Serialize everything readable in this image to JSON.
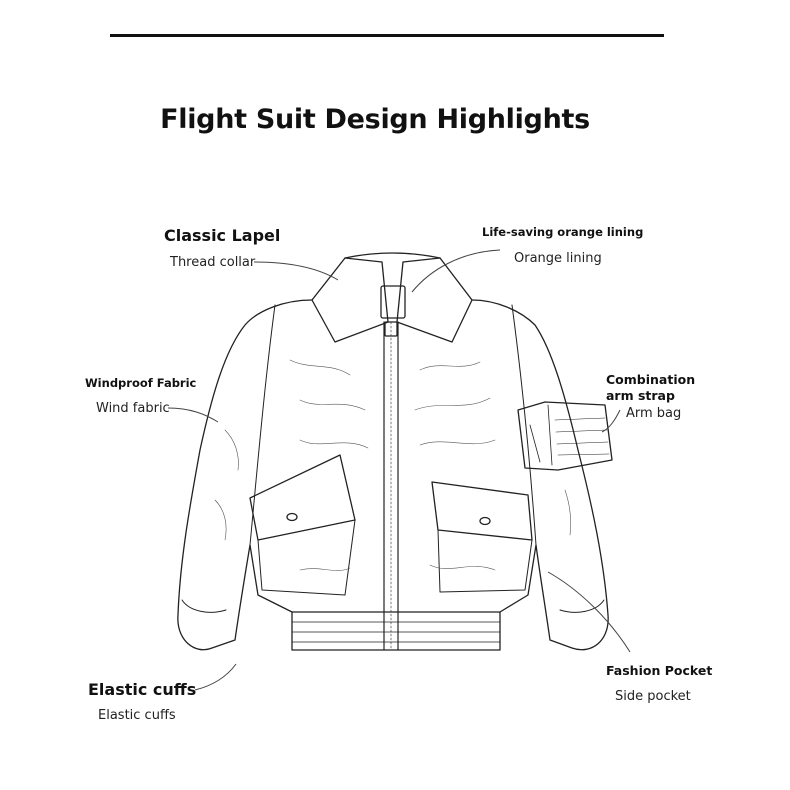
{
  "title": "Flight Suit Design Highlights",
  "callouts": {
    "classic_lapel": {
      "heading": "Classic Lapel",
      "sub": "Thread collar"
    },
    "orange_lining": {
      "heading": "Life-saving orange lining",
      "sub": "Orange lining"
    },
    "windproof": {
      "heading": "Windproof Fabric",
      "sub": "Wind fabric"
    },
    "arm_strap": {
      "heading_line1": "Combination",
      "heading_line2": "arm strap",
      "sub": "Arm bag"
    },
    "elastic_cuffs": {
      "heading": "Elastic cuffs",
      "sub": "Elastic cuffs"
    },
    "fashion_pocket": {
      "heading": "Fashion Pocket",
      "sub": "Side pocket"
    }
  },
  "colors": {
    "ink": "#111111",
    "line": "#444444",
    "background": "#ffffff"
  }
}
